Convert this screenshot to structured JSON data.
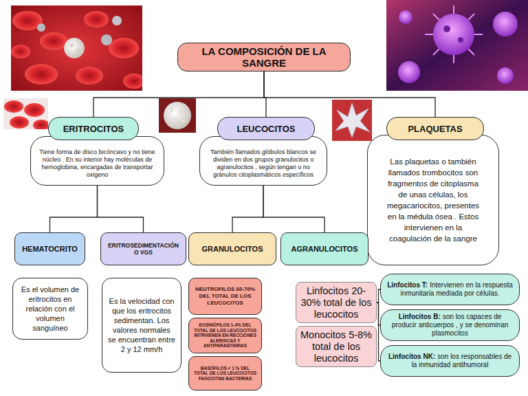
{
  "diagram": {
    "nodes": [
      {
        "text": [
          "LA COMPOSICIÓN DE LA SANGRE"
        ]
      },
      {
        "text": [
          "ERITROCITOS"
        ]
      },
      {
        "text": [
          "LEUCOCITOS"
        ]
      },
      {
        "text": [
          "PLAQUETAS"
        ]
      },
      {
        "text": [
          "Tiene forma de disco bicóncavo y no tiene núcleo . En su interior hay moléculas de hemoglobina, encargadas de transportar oxigeno"
        ]
      },
      {
        "text": [
          "También llamados glóbulos blancos se dividen en dos grupos granulocitos o agranulocitos , según tengan o no gránulos citoplasmáticos específicos"
        ]
      },
      {
        "text": [
          "Las plaquetas o también llamados trombocitos son fragmentos de citoplasma de unas células, los megacariocitos, presentes en la médula ósea . Estos intervienen en la coagulación de la sangre"
        ]
      },
      {
        "text": [
          "HEMATOCRITO"
        ]
      },
      {
        "text": [
          "ERITROSEDIMENTACIÓN O VGS"
        ]
      },
      {
        "text": [
          "GRANULOCITOS"
        ]
      },
      {
        "text": [
          "AGRANULOCITOS"
        ]
      },
      {
        "text": [
          "Es el volumen de eritrocitos en relación con el volumen sanguíneo"
        ]
      },
      {
        "text": [
          "Es la velocidad con que los eritrocitos sedimentan. Los valores normales se encuentran entre 2 y 12 mm/h"
        ]
      },
      {
        "text": [
          "NEUTROFILOS 60-70% DEL TOTAL DE LOS LEUCOCITOS"
        ]
      },
      {
        "text": [
          "EOSINÓFILOS 1-4% DEL TOTAL DE LOS LEUCOCITOS INTRVIENEN EN RECCIONES ALERGICAS Y ANTIPARASITARIAS"
        ]
      },
      {
        "text": [
          "BASÓFILOS < 1 % DEL TOTAL DE LOS LEUCOCITOS FAGOCITAN BACTERIAS"
        ]
      },
      {
        "text": [
          "Linfocitos 20-30% total de los leucocitos"
        ]
      },
      {
        "text": [
          "Monocitos 5-8% total de los leucocitos"
        ]
      },
      {
        "text": [
          "Linfocitos T:",
          "Intervienen en la respuesta inmunitaria mediada por células."
        ]
      },
      {
        "text": [
          "Linfocitos B:",
          "son los capaces de producir anticuerpos , y se denominan plasmocitos"
        ]
      },
      {
        "text": [
          "Linfocitos NK:",
          "son los responsables de la inmunidad antihumoral"
        ]
      }
    ],
    "edges": [
      {
        "from": 0,
        "to": 1,
        "arrow": "none"
      },
      {
        "from": 0,
        "to": 2,
        "arrow": "none"
      },
      {
        "from": 0,
        "to": 3,
        "arrow": "none"
      },
      {
        "from": 4,
        "to": 7,
        "arrow": "none"
      },
      {
        "from": 4,
        "to": 8,
        "arrow": "none"
      },
      {
        "from": 5,
        "to": 9,
        "arrow": "none"
      },
      {
        "from": 5,
        "to": 10,
        "arrow": "none"
      },
      {
        "from": 16,
        "to": 18,
        "arrow": "none"
      },
      {
        "from": 16,
        "to": 19,
        "arrow": "none"
      },
      {
        "from": 16,
        "to": 20,
        "arrow": "none"
      }
    ]
  }
}
